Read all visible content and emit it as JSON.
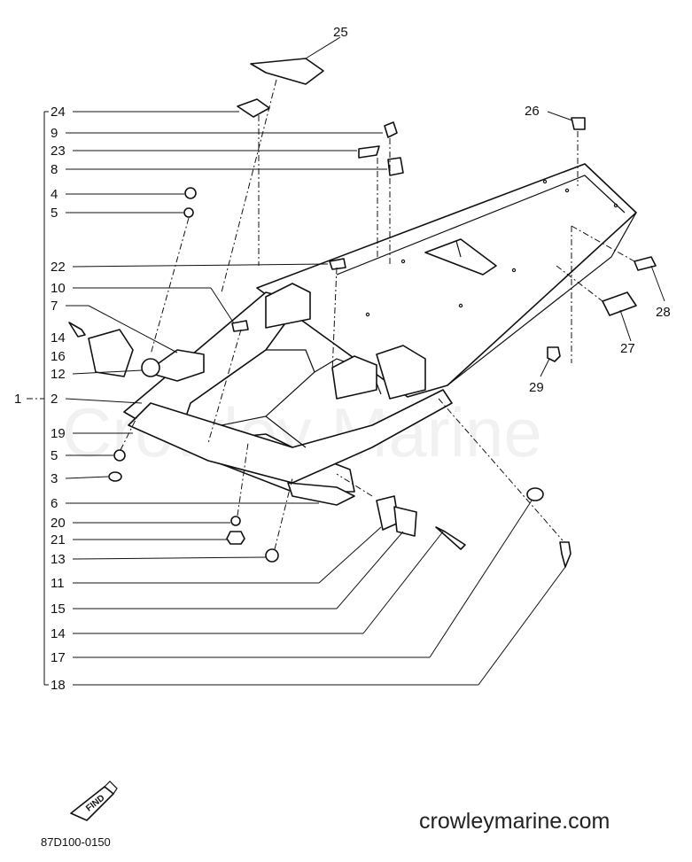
{
  "callouts": {
    "n1": "1",
    "n2": "2",
    "n3": "3",
    "n4": "4",
    "n5a": "5",
    "n5b": "5",
    "n6": "6",
    "n7": "7",
    "n8": "8",
    "n9": "9",
    "n10": "10",
    "n11": "11",
    "n12": "12",
    "n13": "13",
    "n14a": "14",
    "n14b": "14",
    "n15": "15",
    "n16": "16",
    "n17": "17",
    "n18": "18",
    "n19": "19",
    "n20": "20",
    "n21": "21",
    "n22": "22",
    "n23": "23",
    "n24": "24",
    "n25": "25",
    "n26": "26",
    "n27": "27",
    "n28": "28",
    "n29": "29"
  },
  "find_badge": "FIND",
  "diagram_code": "87D100-0150",
  "watermark": "Crowley Marine",
  "website": "crowleymarine.com"
}
